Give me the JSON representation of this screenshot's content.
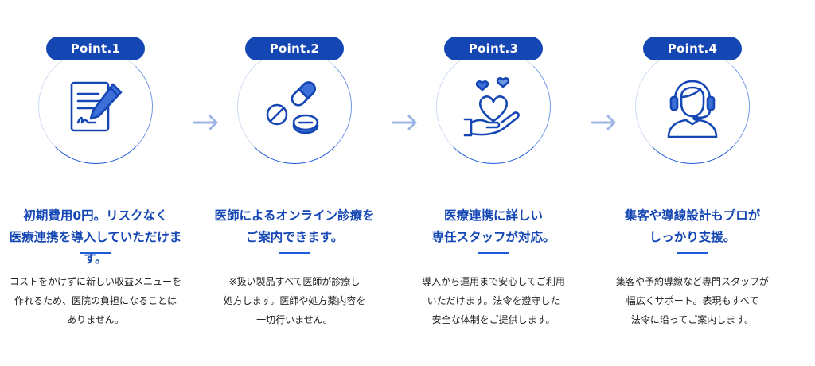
{
  "points": [
    {
      "badge": "Point.1",
      "icon": "document-pen-icon",
      "title": "初期費用0円。リスクなく\n医療連携を導入していただけます。",
      "description": "コストをかけずに新しい収益メニューを\n作れるため、医院の負担になることは\nありません。"
    },
    {
      "badge": "Point.2",
      "icon": "pills-icon",
      "title": "医師によるオンライン診療を\nご案内できます。",
      "description": "※扱い製品すべて医師が診療し\n処方します。医師や処方薬内容を\n一切行いません。"
    },
    {
      "badge": "Point.3",
      "icon": "hand-hearts-icon",
      "title": "医療連携に詳しい\n専任スタッフが対応。",
      "description": "導入から運用まで安心してご利用\nいただけます。法令を遵守した\n安全な体制をご提供します。"
    },
    {
      "badge": "Point.4",
      "icon": "support-headset-icon",
      "title": "集客や導線設計もプロが\nしっかり支援。",
      "description": "集客や予約導線など専門スタッフが\n幅広くサポート。表現もすべて\n法令に沿ってご案内します。"
    }
  ],
  "colors": {
    "primary": "#1446b4",
    "accent": "#1f5bd6",
    "arrow": "#9db6e6"
  }
}
